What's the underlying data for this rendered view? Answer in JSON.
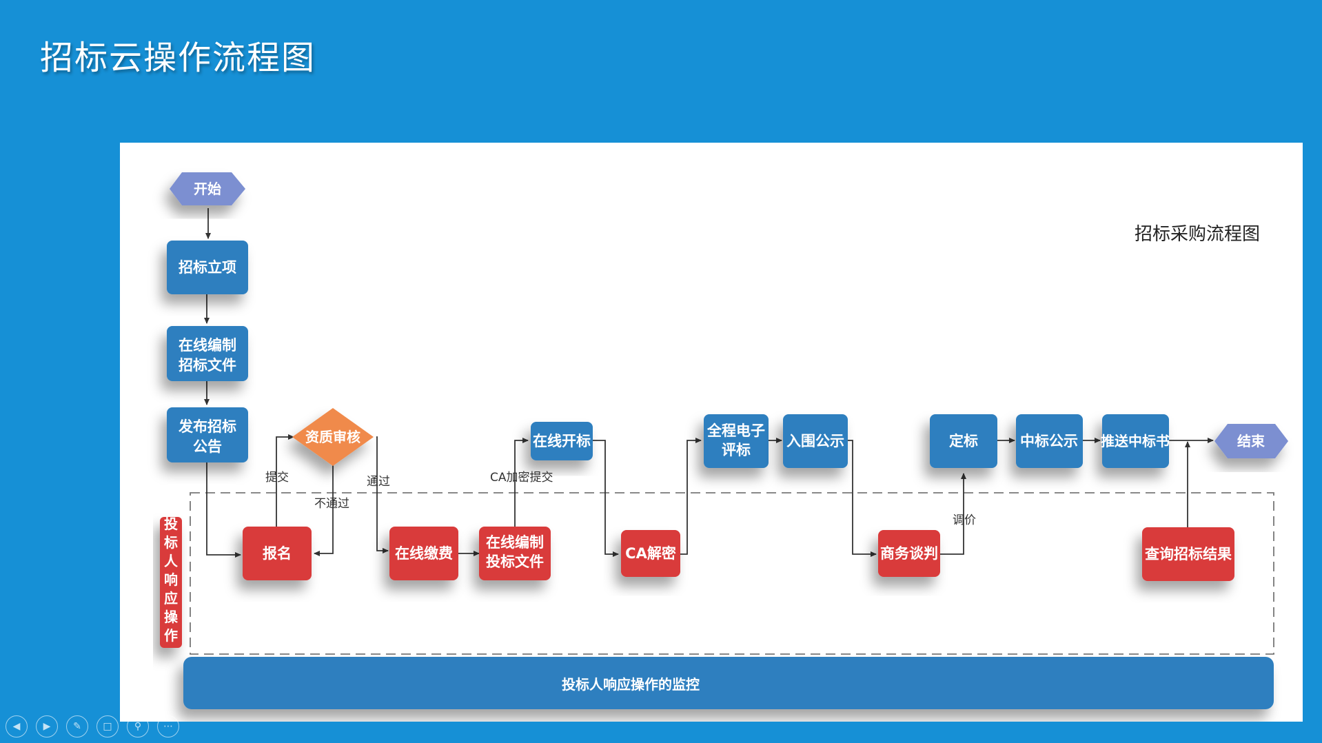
{
  "slide": {
    "title": "招标云操作流程图"
  },
  "diagram": {
    "subtitle": "招标采购流程图",
    "nodes": {
      "start": "开始",
      "project": "招标立项",
      "compile_doc": [
        "在线编制",
        "招标文件"
      ],
      "publish": [
        "发布招标",
        "公告"
      ],
      "qualify": "资质审核",
      "signup": "报名",
      "pay": "在线缴费",
      "bid_doc": [
        "在线编制",
        "投标文件"
      ],
      "open": "在线开标",
      "decrypt": "CA解密",
      "evaluate": [
        "全程电子",
        "评标"
      ],
      "shortlist": "入围公示",
      "negotiate": "商务谈判",
      "award": "定标",
      "award_notice": "中标公示",
      "push_notice": "推送中标书",
      "query_result": "查询招标结果",
      "end": "结束"
    },
    "edge_labels": {
      "submit": "提交",
      "pass": "通过",
      "fail": "不通过",
      "ca_submit": "CA加密提交",
      "price_adjust": "调价"
    },
    "swimlane_label": "投标人响应操作",
    "monitor_bar": "投标人响应操作的监控",
    "colors": {
      "blue_node": "#2f7fbf",
      "red_node": "#d93a3a",
      "diamond": "#f08a4b",
      "hexagon": "#7b8fd1",
      "background": "#1690d6"
    }
  },
  "controls": {
    "items": [
      "prev-icon",
      "next-icon",
      "pen-icon",
      "slides-icon",
      "zoom-icon",
      "more-icon"
    ]
  }
}
